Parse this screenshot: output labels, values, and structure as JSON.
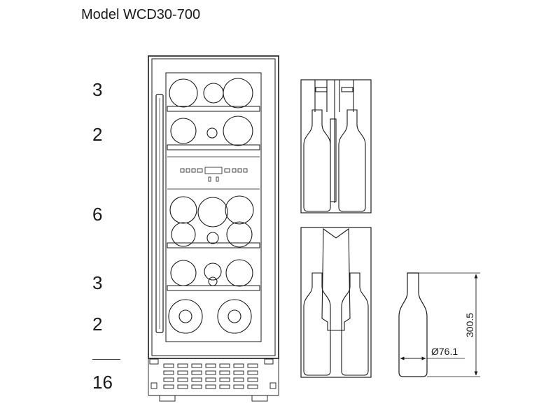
{
  "title": "Model WCD30-700",
  "shelf_counts": [
    "3",
    "2",
    "6",
    "3",
    "2"
  ],
  "total": "16",
  "bottle": {
    "height": "300.5",
    "diameter": "Ø76.1"
  },
  "colors": {
    "line": "#1a1a1a",
    "background": "#ffffff"
  }
}
